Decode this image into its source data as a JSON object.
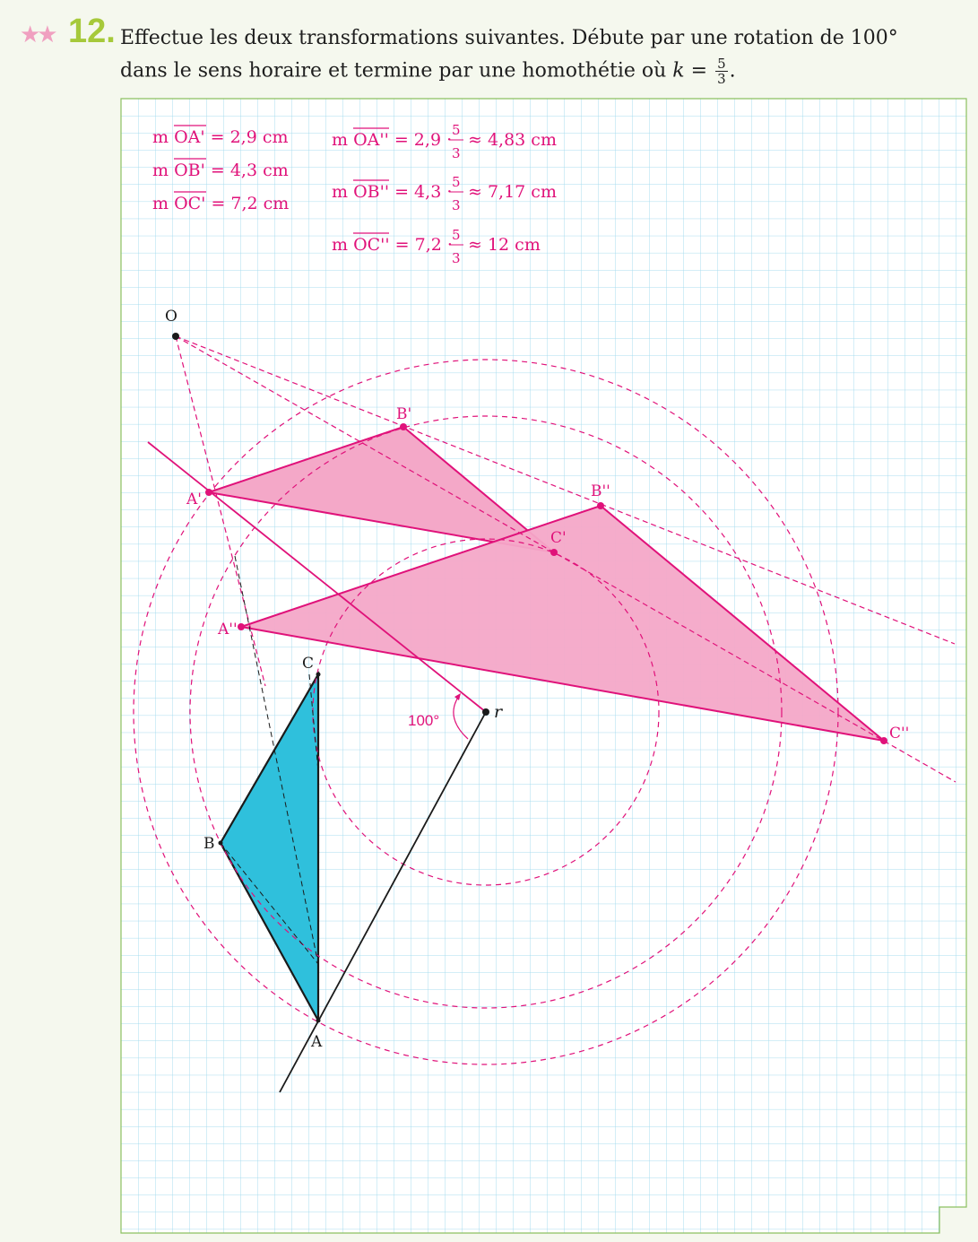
{
  "exercise": {
    "stars": "★★",
    "number": "12.",
    "line1": "Effectue les deux transformations suivantes. Débute par une rotation de 100°",
    "line2_start": "dans le sens horaire et termine par une homothétie où ",
    "k_var": "k",
    "k_eq": " = ",
    "k_num": "5",
    "k_den": "3",
    "line2_end": "."
  },
  "measures_left": [
    {
      "prefix": "m ",
      "seg": "OA'",
      "value": " = 2,9 cm"
    },
    {
      "prefix": "m ",
      "seg": "OB'",
      "value": " = 4,3 cm"
    },
    {
      "prefix": "m ",
      "seg": "OC'",
      "value": " = 7,2 cm"
    }
  ],
  "measures_right": [
    {
      "prefix": "m ",
      "seg": "OA''",
      "mult": " = 2,9 ·",
      "num": "5",
      "den": "3",
      "result": "≈ 4,83 cm"
    },
    {
      "prefix": "m ",
      "seg": "OB''",
      "mult": " = 4,3 ·",
      "num": "5",
      "den": "3",
      "result": "≈ 7,17 cm"
    },
    {
      "prefix": "m ",
      "seg": "OC''",
      "mult": " = 7,2 ·",
      "num": "5",
      "den": "3",
      "result": "≈ 12 cm"
    }
  ],
  "labels": {
    "O": "O",
    "r": "r",
    "angle": "100°",
    "A": "A",
    "B": "B",
    "C": "C",
    "A1": "A'",
    "B1": "B'",
    "C1": "C'",
    "A2": "A''",
    "B2": "B''",
    "C2": "C''"
  },
  "colors": {
    "pink": "#e0127a",
    "pink_fill": "#f4a8c8",
    "cyan_fill": "#2fc0dc",
    "grid": "#a8dcef",
    "frame": "#8cc060",
    "green_num": "#a6c93a"
  }
}
